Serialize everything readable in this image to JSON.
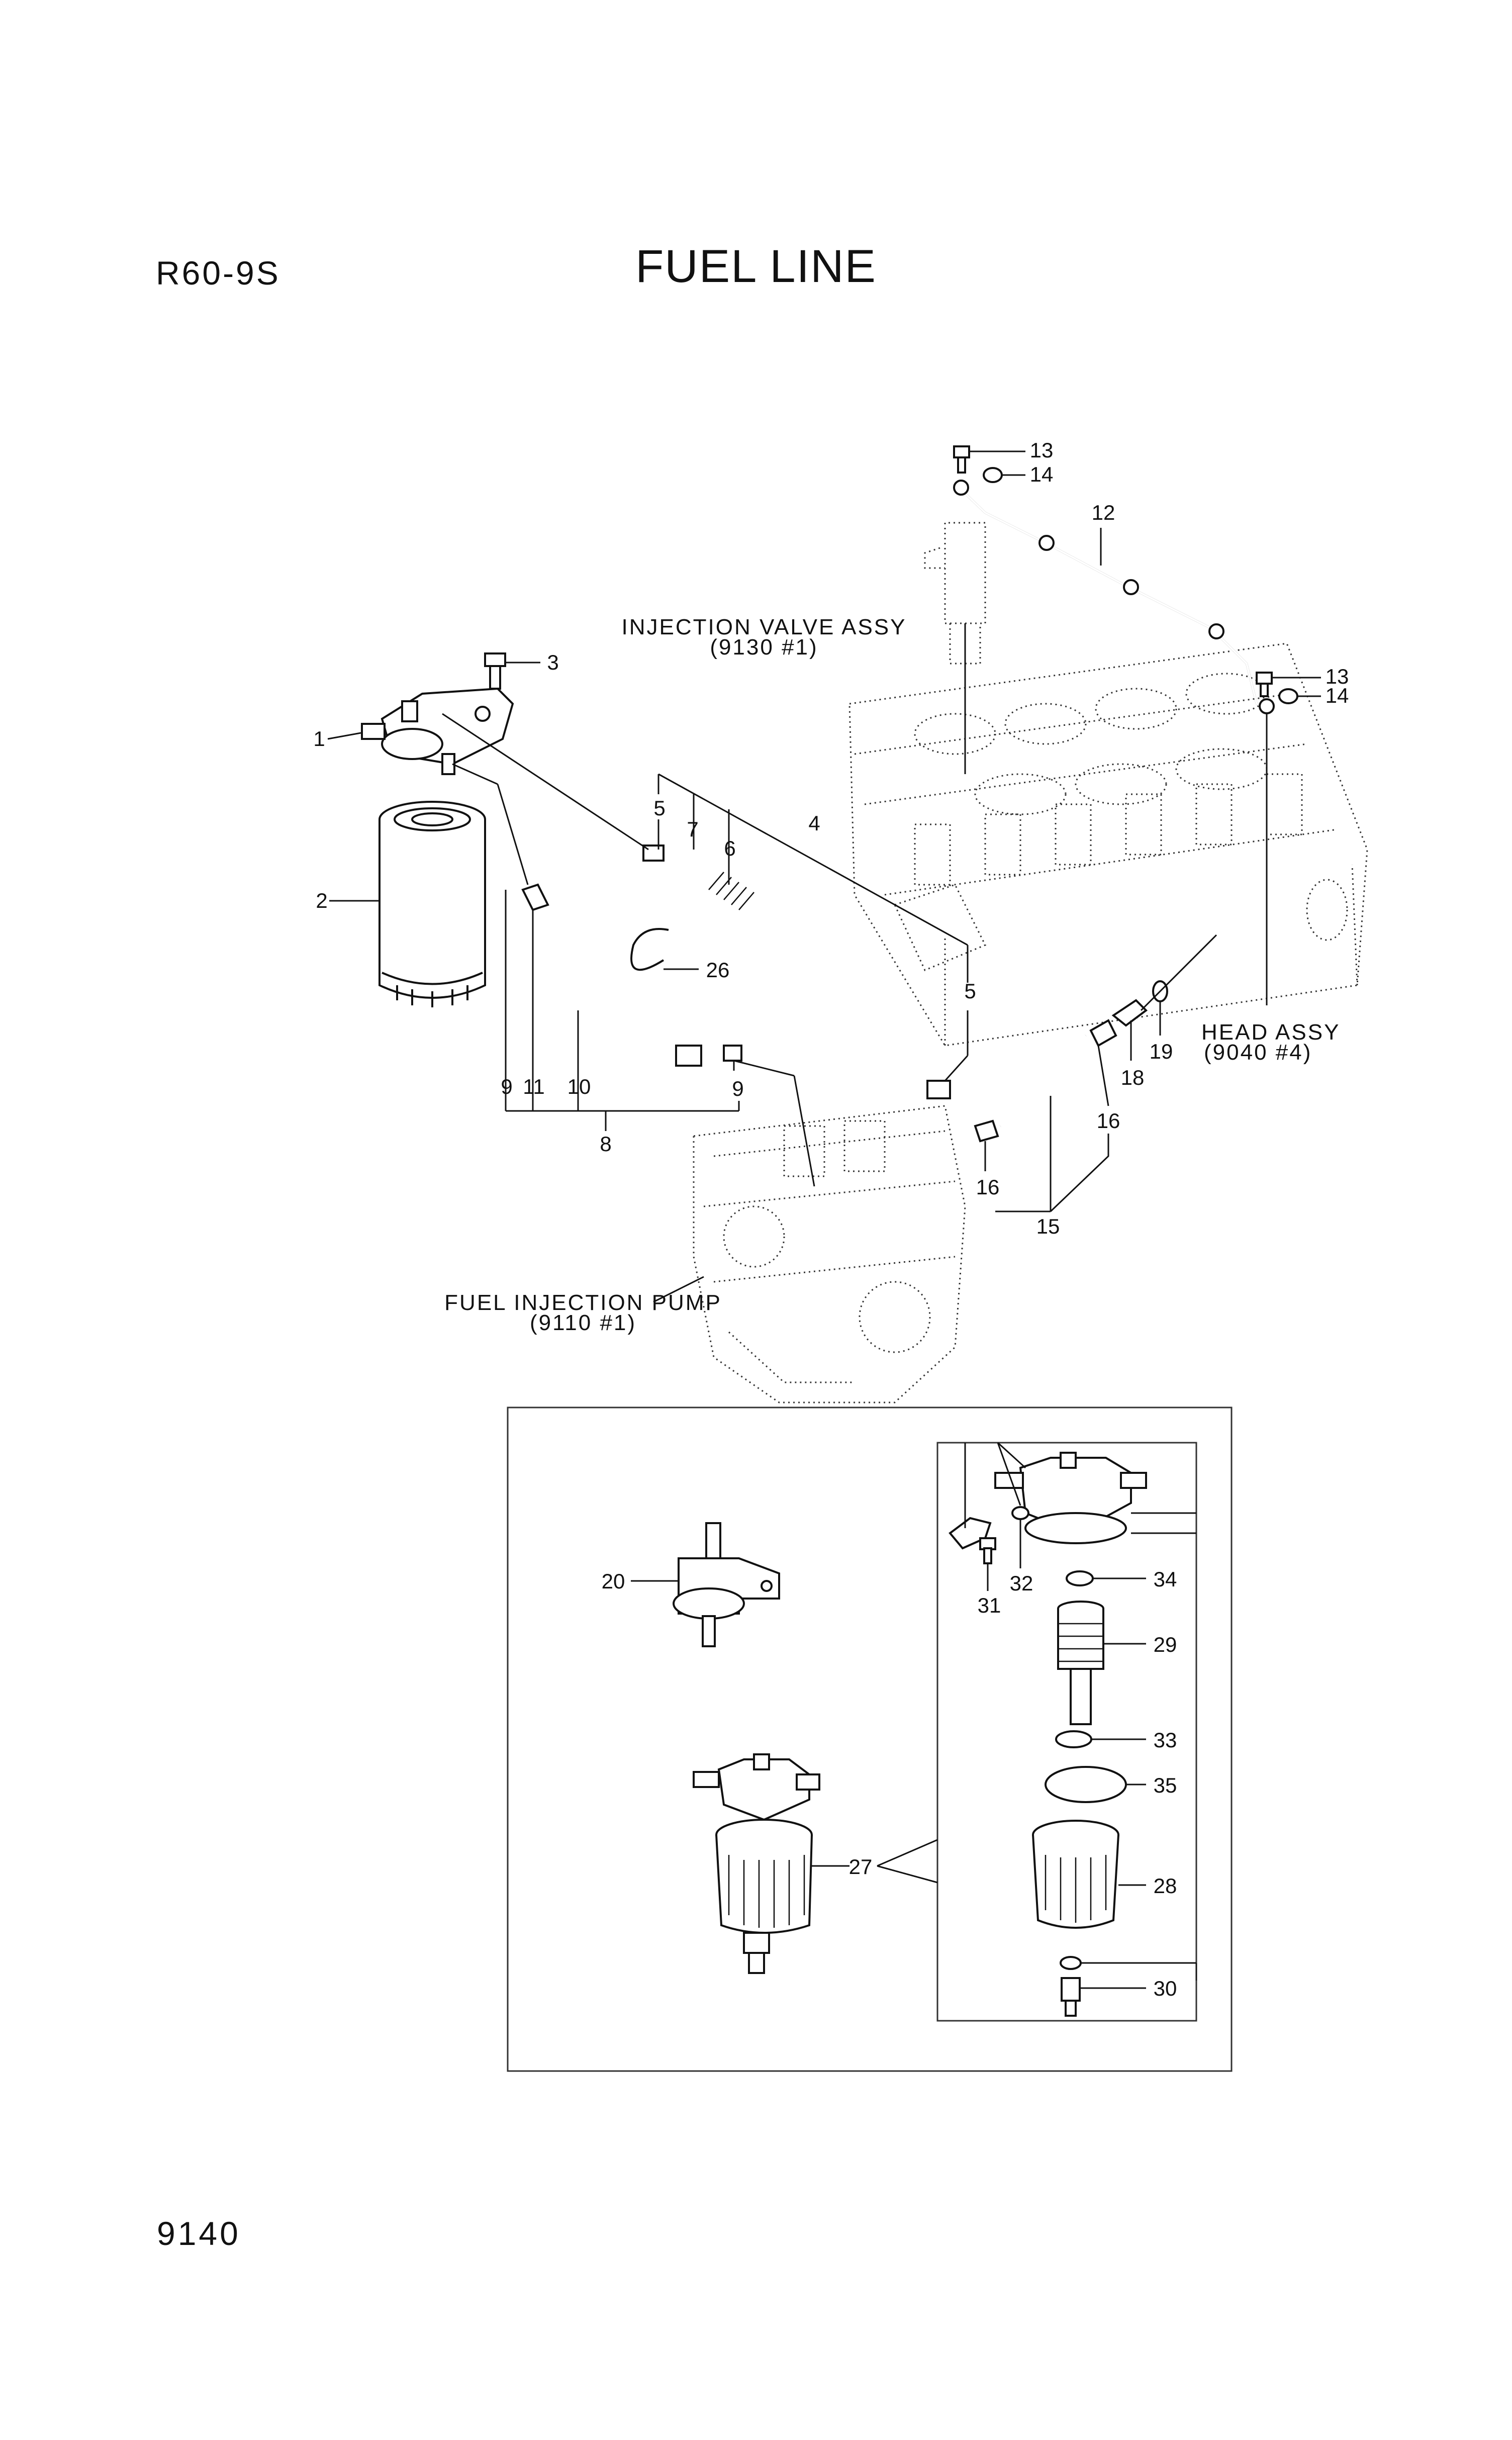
{
  "header": {
    "model": "R60-9S",
    "title": "FUEL LINE"
  },
  "footer": {
    "page_number": "9140"
  },
  "references": {
    "injection_valve": {
      "name": "INJECTION VALVE ASSY",
      "code": "(9130 #1)"
    },
    "head": {
      "name": "HEAD ASSY",
      "code": "(9040 #4)"
    },
    "pump": {
      "name": "FUEL INJECTION PUMP",
      "code": "(9110 #1)"
    }
  },
  "callouts": [
    "1",
    "2",
    "3",
    "4",
    "5",
    "5",
    "6",
    "7",
    "8",
    "9",
    "9",
    "10",
    "11",
    "12",
    "13",
    "13",
    "14",
    "14",
    "15",
    "16",
    "16",
    "18",
    "19",
    "20",
    "26",
    "27",
    "28",
    "29",
    "30",
    "31",
    "32",
    "33",
    "34",
    "35"
  ]
}
